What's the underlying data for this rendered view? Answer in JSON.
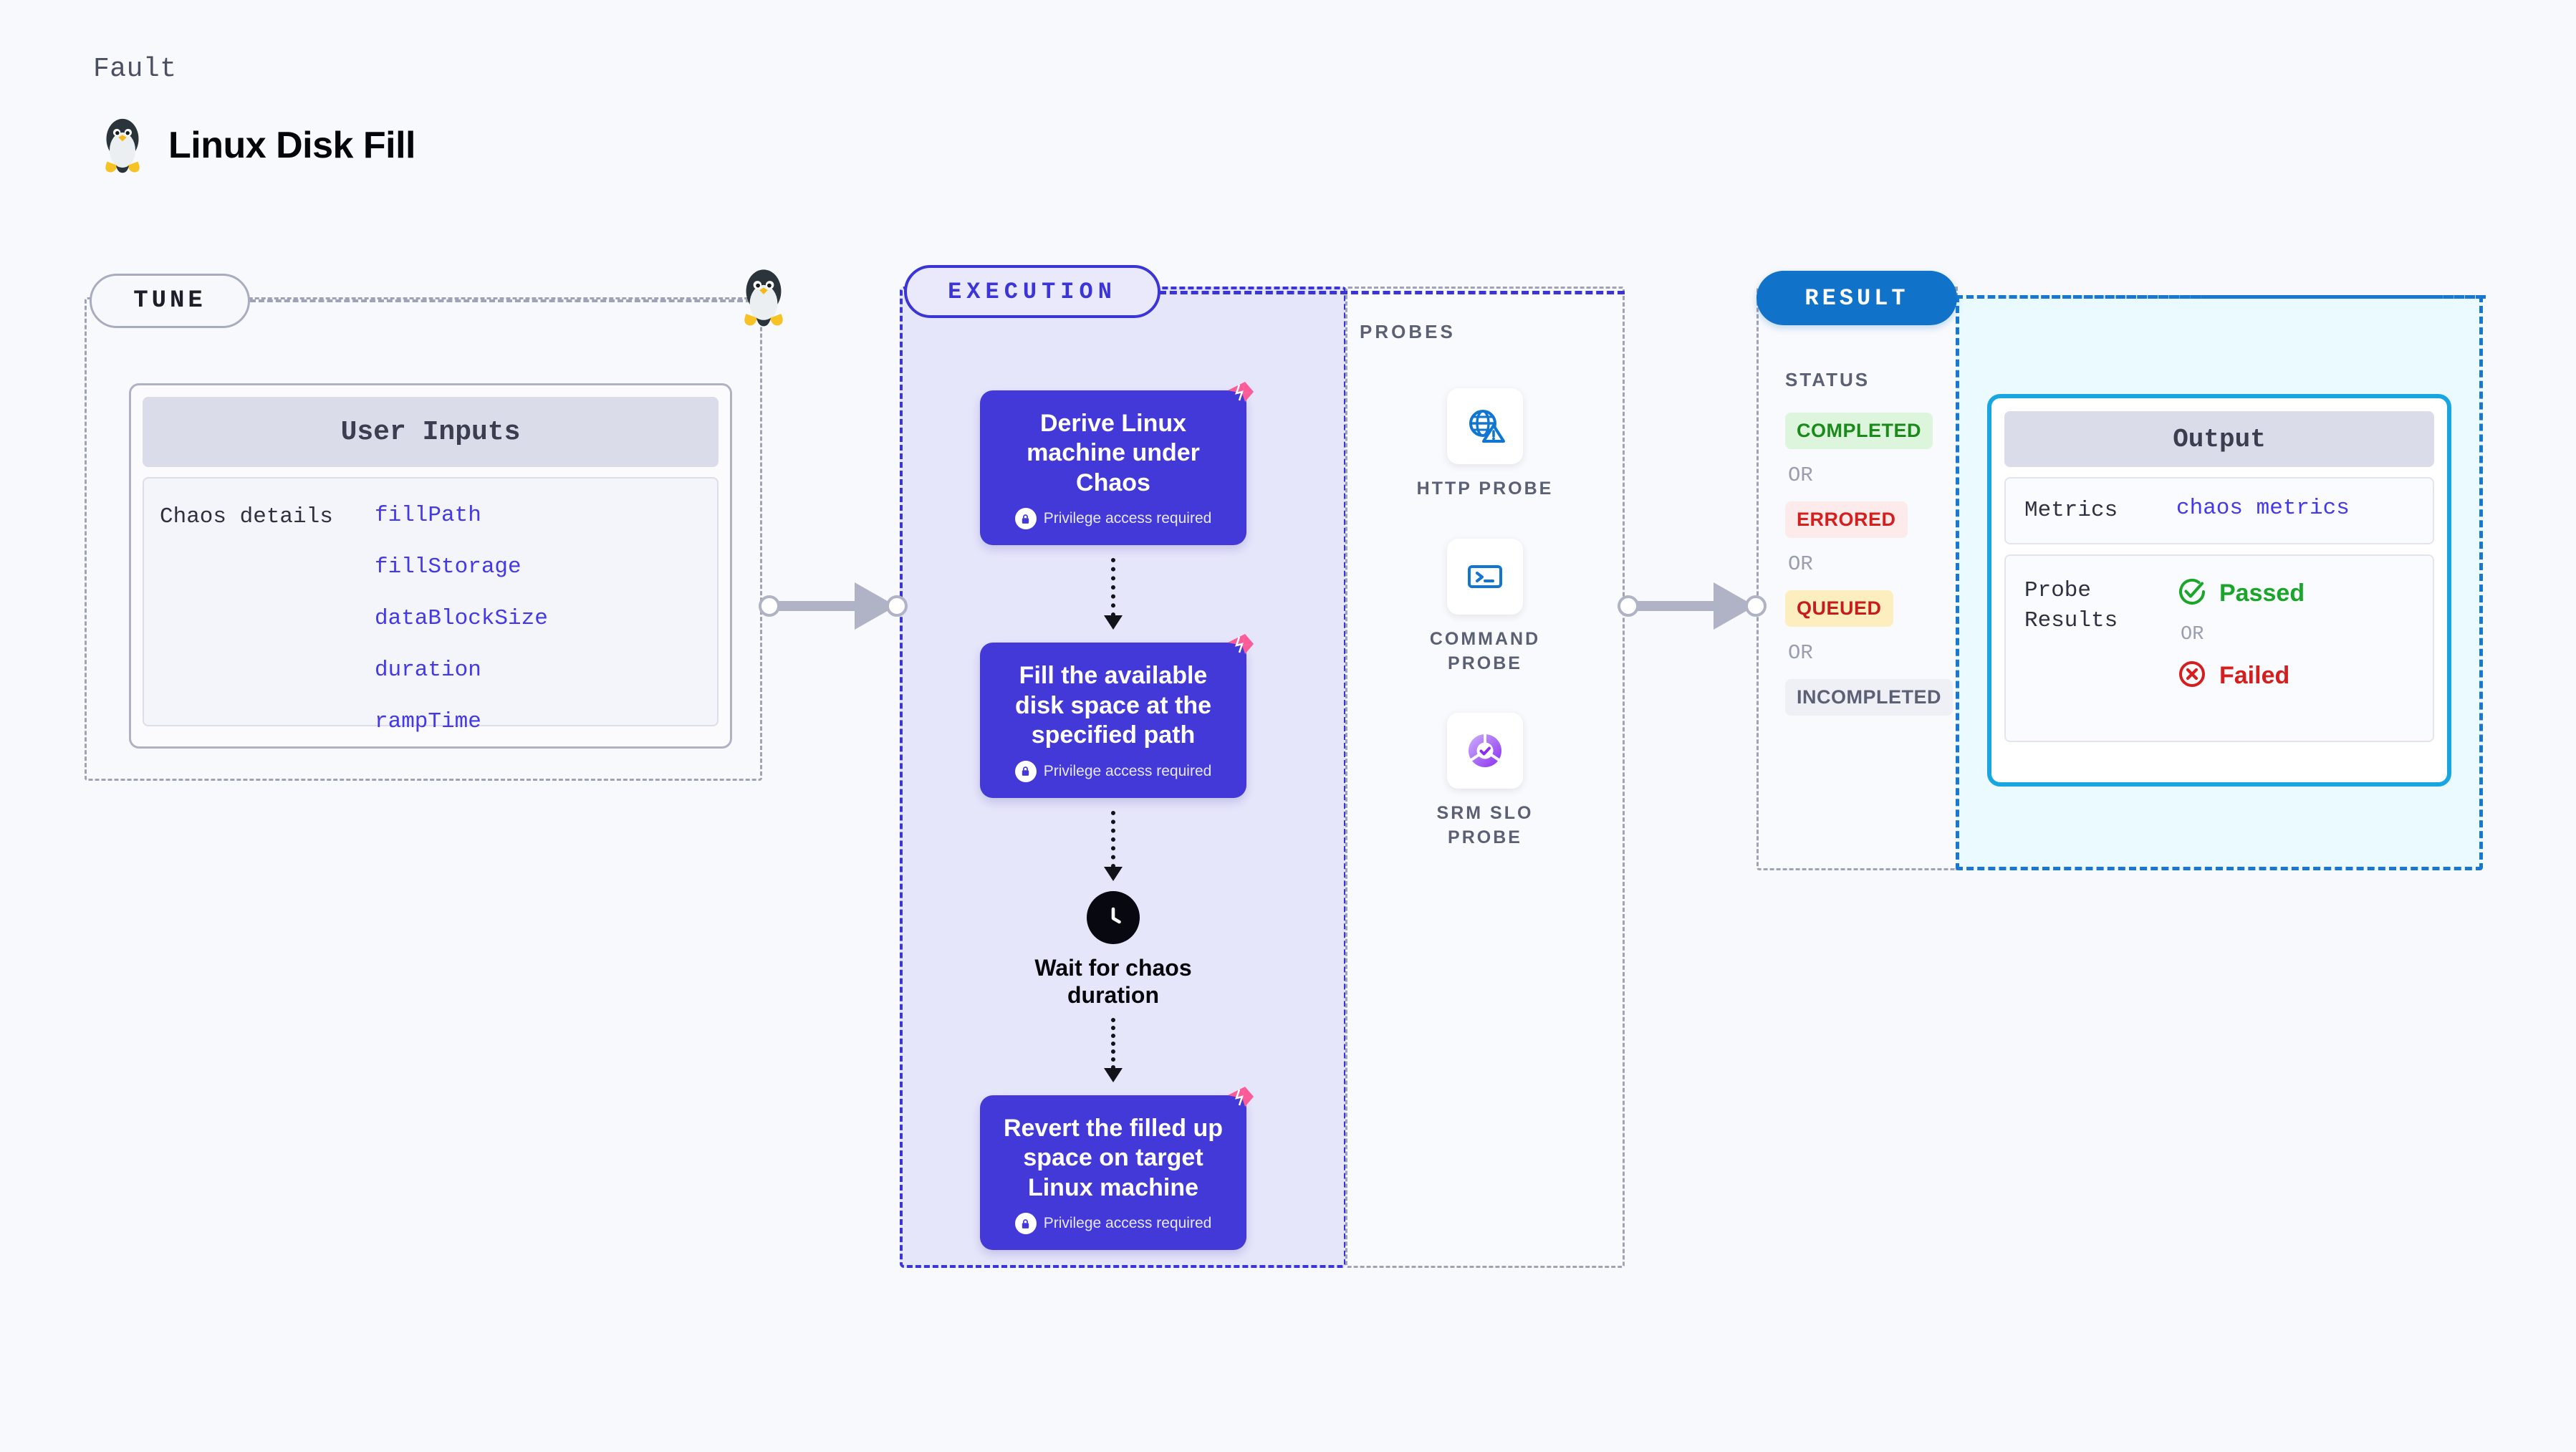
{
  "header": {
    "kicker": "Fault",
    "title": "Linux Disk Fill",
    "icon": "linux-tux-icon"
  },
  "tune": {
    "pill_label": "TUNE",
    "node_icon": "linux-tux-icon",
    "card": {
      "header": "User Inputs",
      "row_label": "Chaos details",
      "params": [
        "fillPath",
        "fillStorage",
        "dataBlockSize",
        "duration",
        "rampTime"
      ]
    }
  },
  "execution": {
    "pill_label": "EXECUTION",
    "steps": [
      {
        "title": "Derive Linux machine under Chaos",
        "privilege": "Privilege access required",
        "icon": "lock-icon",
        "flag": "fault-flag-icon"
      },
      {
        "title": "Fill the available disk space at the specified path",
        "privilege": "Privilege access required",
        "icon": "lock-icon",
        "flag": "fault-flag-icon"
      },
      {
        "title": "Revert the filled up space on target Linux machine",
        "privilege": "Privilege access required",
        "icon": "lock-icon",
        "flag": "fault-flag-icon"
      }
    ],
    "wait_node": {
      "label": "Wait for chaos duration",
      "icon": "clock-icon"
    }
  },
  "probes": {
    "title": "PROBES",
    "items": [
      {
        "label": "HTTP PROBE",
        "icon": "globe-warning-icon"
      },
      {
        "label": "COMMAND PROBE",
        "icon": "terminal-icon"
      },
      {
        "label": "SRM SLO PROBE",
        "icon": "slo-donut-check-icon"
      }
    ]
  },
  "result": {
    "pill_label": "RESULT",
    "status_title": "STATUS",
    "or_label": "OR",
    "statuses": [
      {
        "label": "COMPLETED",
        "bg": "#ddf5dd",
        "fg": "#1a8a1a"
      },
      {
        "label": "ERRORED",
        "bg": "#fdeaea",
        "fg": "#d51f1f"
      },
      {
        "label": "QUEUED",
        "bg": "#fdeec0",
        "fg": "#c81c1c"
      },
      {
        "label": "INCOMPLETED",
        "bg": "#eef0f6",
        "fg": "#5c6075"
      }
    ],
    "output": {
      "header": "Output",
      "metrics_label": "Metrics",
      "metrics_value": "chaos metrics",
      "probe_results_label": "Probe Results",
      "passed_label": "Passed",
      "failed_label": "Failed",
      "or_label": "OR",
      "passed_icon": "check-circle-icon",
      "failed_icon": "x-circle-icon"
    }
  },
  "colors": {
    "page_bg": "#f8f9fc",
    "accent_purple": "#4338d8",
    "accent_blue": "#1172c9",
    "accent_cyan": "#19a6e0",
    "flag_pink": "#fb5c97",
    "connector_gray": "#b0b2c6"
  }
}
